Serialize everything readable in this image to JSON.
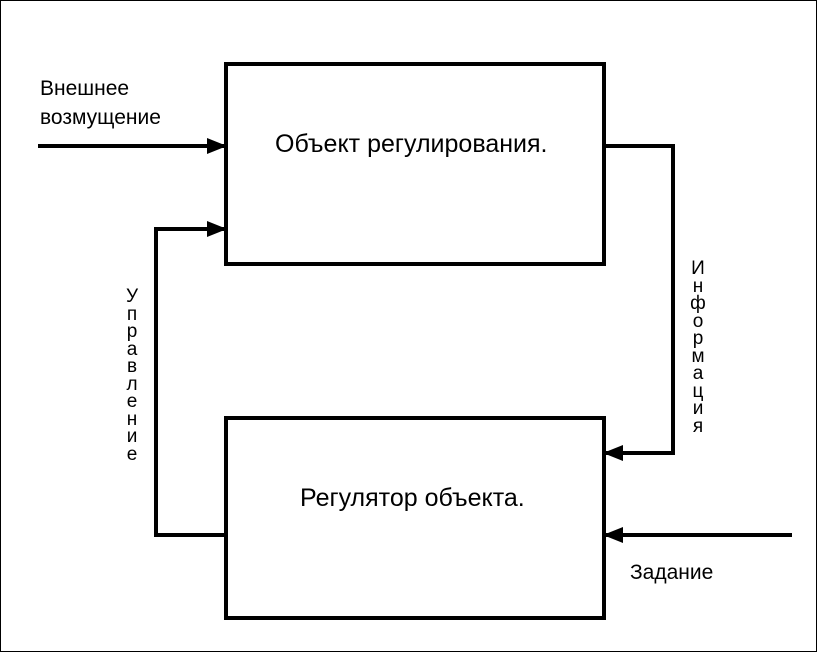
{
  "diagram": {
    "object_block": {
      "label": "Объект регулирования."
    },
    "regulator_block": {
      "label": "Регулятор объекта."
    },
    "disturbance_label_line1": "Внешнее",
    "disturbance_label_line2": "возмущение",
    "setpoint_label": "Задание",
    "control_label": "Управление",
    "information_label": "Информация"
  },
  "colors": {
    "stroke": "#000000",
    "background": "#ffffff"
  }
}
